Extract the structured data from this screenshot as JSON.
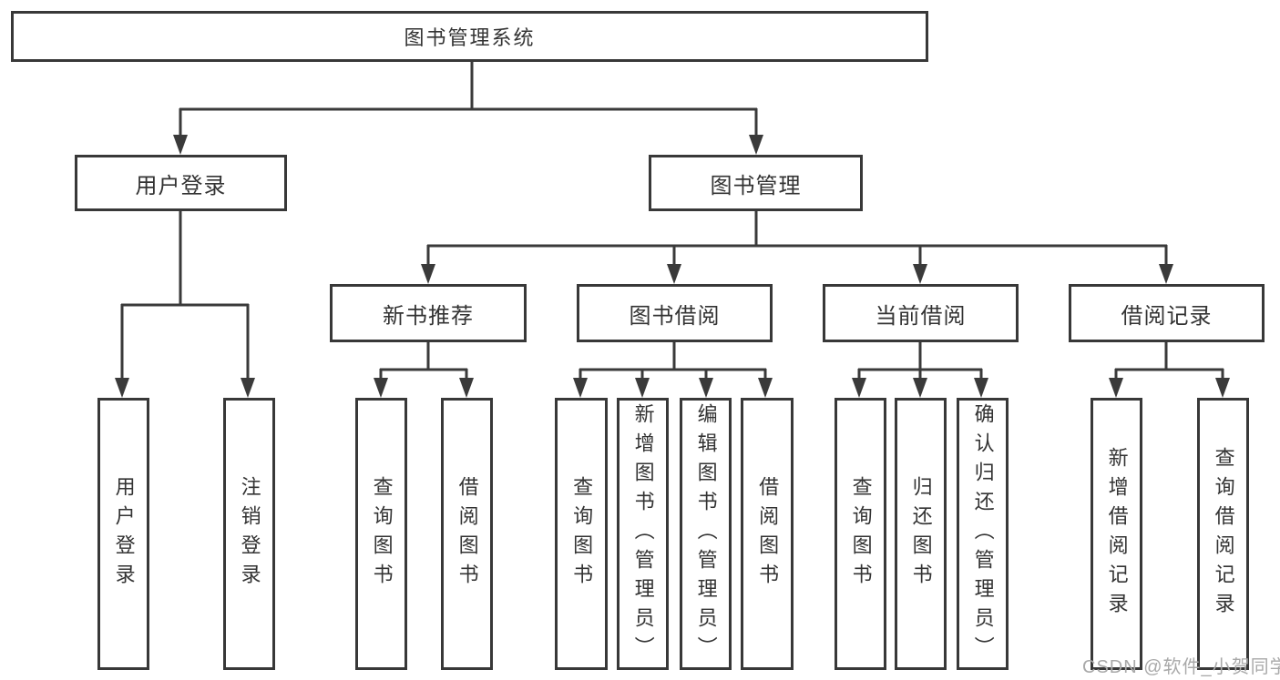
{
  "tree": {
    "root": {
      "label": "图书管理系统",
      "children": [
        {
          "label": "用户登录",
          "children": [
            {
              "label": "用户登录"
            },
            {
              "label": "注销登录"
            }
          ]
        },
        {
          "label": "图书管理",
          "children": [
            {
              "label": "新书推荐",
              "children": [
                {
                  "label": "查询图书"
                },
                {
                  "label": "借阅图书"
                }
              ]
            },
            {
              "label": "图书借阅",
              "children": [
                {
                  "label": "查询图书"
                },
                {
                  "label": "新增图书（管理员）"
                },
                {
                  "label": "编辑图书（管理员）"
                },
                {
                  "label": "借阅图书"
                }
              ]
            },
            {
              "label": "当前借阅",
              "children": [
                {
                  "label": "查询图书"
                },
                {
                  "label": "归还图书"
                },
                {
                  "label": "确认归还（管理员）"
                }
              ]
            },
            {
              "label": "借阅记录",
              "children": [
                {
                  "label": "新增借阅记录"
                },
                {
                  "label": "查询借阅记录"
                }
              ]
            }
          ]
        }
      ]
    }
  },
  "watermark": {
    "text": "CSDN @软件_小贺同学"
  },
  "colors": {
    "line": "#3a3a3a",
    "border": "#383838",
    "text": "#333333",
    "background": "#ffffff",
    "watermark": "#a9a9a9"
  }
}
